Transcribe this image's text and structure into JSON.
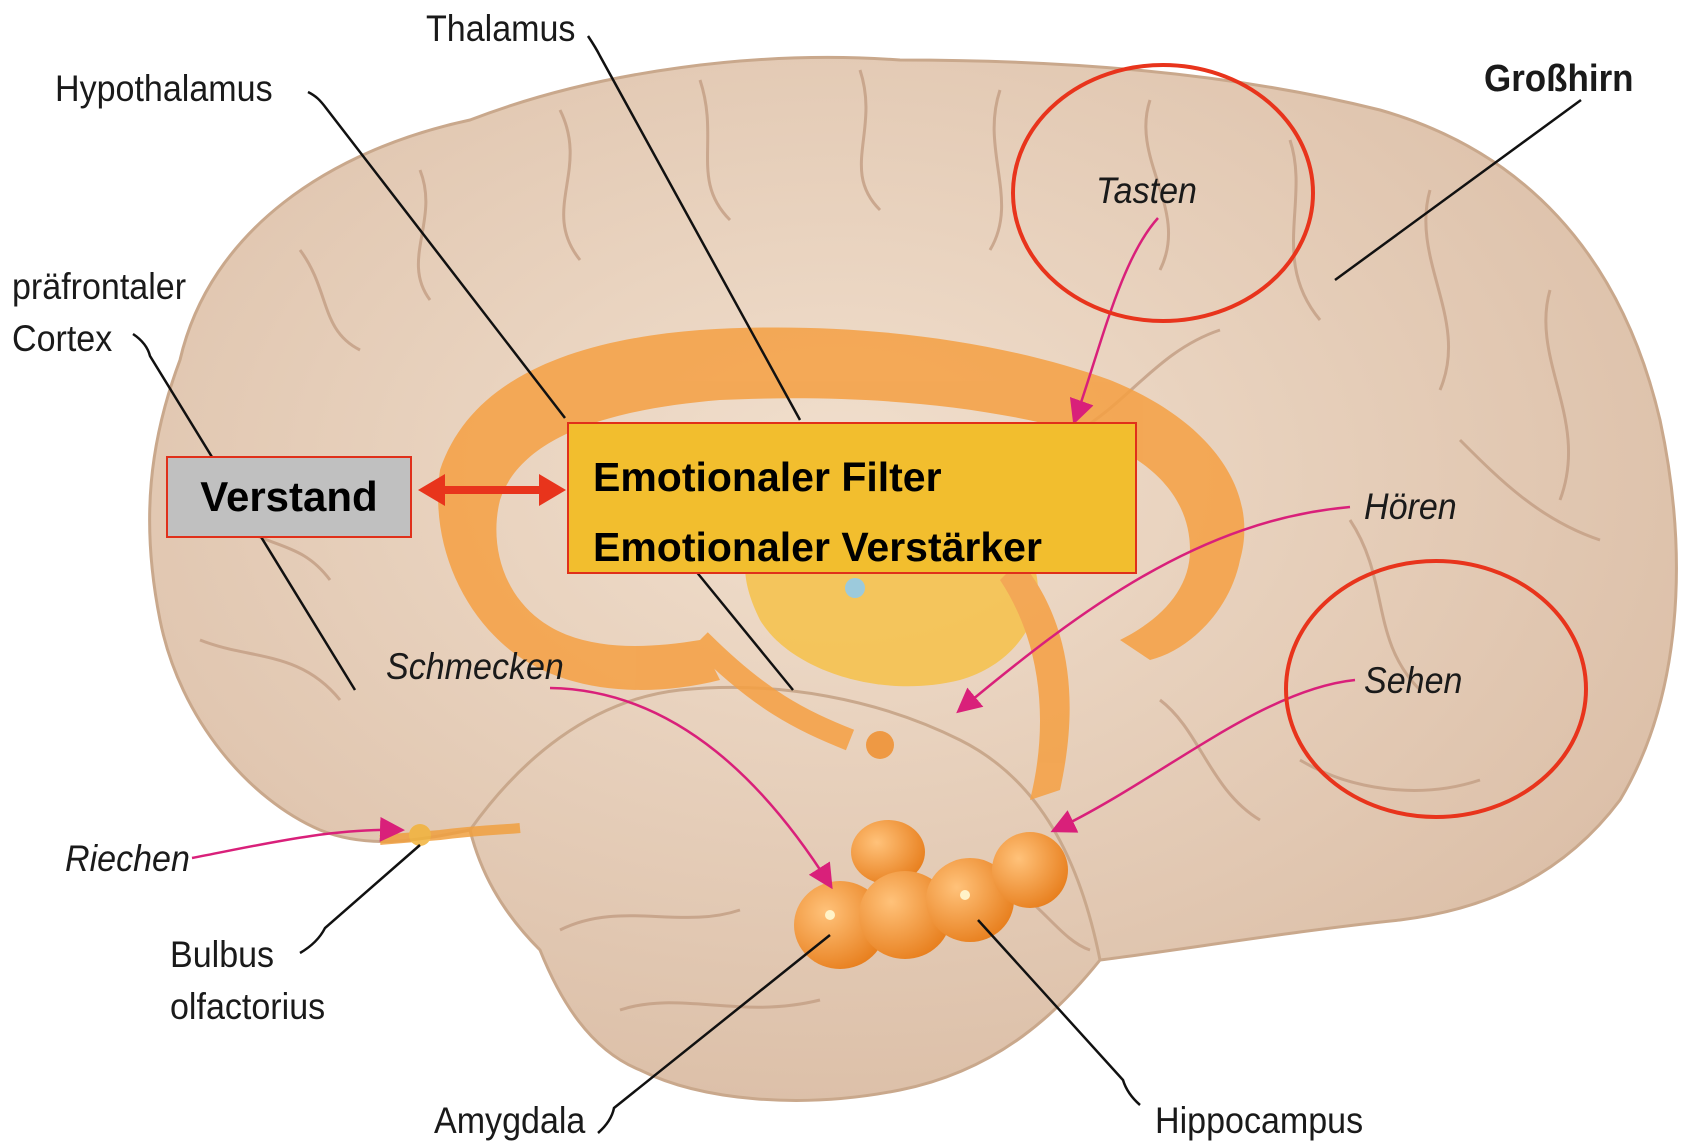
{
  "labels": {
    "thalamus": "Thalamus",
    "hypothalamus": "Hypothalamus",
    "grosshirn": "Großhirn",
    "prefrontal_1": "präfrontaler",
    "prefrontal_2": "Cortex",
    "tasten": "Tasten",
    "hoeren": "Hören",
    "sehen": "Sehen",
    "schmecken": "Schmecken",
    "riechen": "Riechen",
    "bulbus_1": "Bulbus",
    "bulbus_2": "olfactorius",
    "amygdala": "Amygdala",
    "hippocampus": "Hippocampus"
  },
  "boxes": {
    "verstand": "Verstand",
    "filter_line1": "Emotionaler Filter",
    "filter_line2": "Emotionaler Verstärker"
  },
  "colors": {
    "brain": "#ead2bd",
    "limbic": "#f5a043",
    "highlight_circle": "#e8341c",
    "sense_arrow": "#d9207a",
    "filter_box": "#f2be2e",
    "verstand_box": "#c0c0c0"
  }
}
